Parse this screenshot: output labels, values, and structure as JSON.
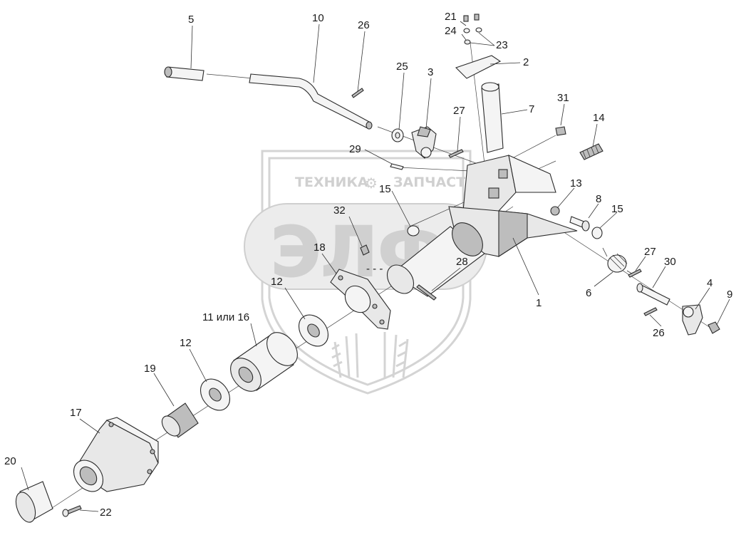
{
  "watermark": {
    "left_text": "ТЕХНИКА",
    "right_text": "ЗАПЧАСТИ",
    "logo_text": "ЭЛФ",
    "shield_color": "#dcdcdc"
  },
  "callouts": [
    {
      "id": "5",
      "text": "5"
    },
    {
      "id": "10",
      "text": "10"
    },
    {
      "id": "26a",
      "text": "26"
    },
    {
      "id": "21",
      "text": "21"
    },
    {
      "id": "24",
      "text": "24"
    },
    {
      "id": "23",
      "text": "23"
    },
    {
      "id": "2",
      "text": "2"
    },
    {
      "id": "25",
      "text": "25"
    },
    {
      "id": "3",
      "text": "3"
    },
    {
      "id": "7",
      "text": "7"
    },
    {
      "id": "31",
      "text": "31"
    },
    {
      "id": "27a",
      "text": "27"
    },
    {
      "id": "29",
      "text": "29"
    },
    {
      "id": "14",
      "text": "14"
    },
    {
      "id": "15a",
      "text": "15"
    },
    {
      "id": "13",
      "text": "13"
    },
    {
      "id": "8",
      "text": "8"
    },
    {
      "id": "15b",
      "text": "15"
    },
    {
      "id": "32",
      "text": "32"
    },
    {
      "id": "18",
      "text": "18"
    },
    {
      "id": "28",
      "text": "28"
    },
    {
      "id": "27b",
      "text": "27"
    },
    {
      "id": "30",
      "text": "30"
    },
    {
      "id": "12a",
      "text": "12"
    },
    {
      "id": "6",
      "text": "6"
    },
    {
      "id": "4",
      "text": "4"
    },
    {
      "id": "9",
      "text": "9"
    },
    {
      "id": "1",
      "text": "1"
    },
    {
      "id": "11",
      "text": "11 или 16"
    },
    {
      "id": "26b",
      "text": "26"
    },
    {
      "id": "12b",
      "text": "12"
    },
    {
      "id": "19",
      "text": "19"
    },
    {
      "id": "17",
      "text": "17"
    },
    {
      "id": "20",
      "text": "20"
    },
    {
      "id": "22",
      "text": "22"
    }
  ],
  "dash_mark": "- - -"
}
